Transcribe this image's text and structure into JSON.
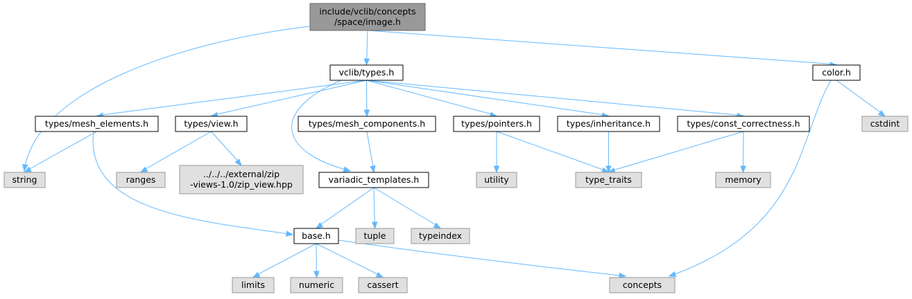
{
  "diagram": {
    "type": "include-dependency-graph",
    "nodes": [
      {
        "id": "root",
        "lines": [
          "include/vclib/concepts",
          "/space/image.h"
        ],
        "kind": "root"
      },
      {
        "id": "types",
        "lines": [
          "vclib/types.h"
        ],
        "kind": "internal"
      },
      {
        "id": "color",
        "lines": [
          "color.h"
        ],
        "kind": "internal"
      },
      {
        "id": "string",
        "lines": [
          "string"
        ],
        "kind": "external"
      },
      {
        "id": "mesh_elements",
        "lines": [
          "types/mesh_elements.h"
        ],
        "kind": "internal"
      },
      {
        "id": "view",
        "lines": [
          "types/view.h"
        ],
        "kind": "internal"
      },
      {
        "id": "mesh_components",
        "lines": [
          "types/mesh_components.h"
        ],
        "kind": "internal"
      },
      {
        "id": "pointers",
        "lines": [
          "types/pointers.h"
        ],
        "kind": "internal"
      },
      {
        "id": "inheritance",
        "lines": [
          "types/inheritance.h"
        ],
        "kind": "internal"
      },
      {
        "id": "const_correctness",
        "lines": [
          "types/const_correctness.h"
        ],
        "kind": "internal"
      },
      {
        "id": "cstdint",
        "lines": [
          "cstdint"
        ],
        "kind": "external"
      },
      {
        "id": "ranges",
        "lines": [
          "ranges"
        ],
        "kind": "external"
      },
      {
        "id": "zip_view",
        "lines": [
          "../../../external/zip",
          "-views-1.0/zip_view.hpp"
        ],
        "kind": "external"
      },
      {
        "id": "variadic",
        "lines": [
          "variadic_templates.h"
        ],
        "kind": "internal"
      },
      {
        "id": "utility",
        "lines": [
          "utility"
        ],
        "kind": "external"
      },
      {
        "id": "type_traits",
        "lines": [
          "type_traits"
        ],
        "kind": "external"
      },
      {
        "id": "memory",
        "lines": [
          "memory"
        ],
        "kind": "external"
      },
      {
        "id": "base",
        "lines": [
          "base.h"
        ],
        "kind": "internal"
      },
      {
        "id": "tuple",
        "lines": [
          "tuple"
        ],
        "kind": "external"
      },
      {
        "id": "typeindex",
        "lines": [
          "typeindex"
        ],
        "kind": "external"
      },
      {
        "id": "limits",
        "lines": [
          "limits"
        ],
        "kind": "external"
      },
      {
        "id": "numeric",
        "lines": [
          "numeric"
        ],
        "kind": "external"
      },
      {
        "id": "cassert",
        "lines": [
          "cassert"
        ],
        "kind": "external"
      },
      {
        "id": "concepts",
        "lines": [
          "concepts"
        ],
        "kind": "external"
      }
    ],
    "edges": [
      [
        "root",
        "string"
      ],
      [
        "root",
        "types"
      ],
      [
        "root",
        "color"
      ],
      [
        "types",
        "mesh_elements"
      ],
      [
        "types",
        "view"
      ],
      [
        "types",
        "variadic"
      ],
      [
        "types",
        "mesh_components"
      ],
      [
        "types",
        "pointers"
      ],
      [
        "types",
        "inheritance"
      ],
      [
        "types",
        "const_correctness"
      ],
      [
        "color",
        "cstdint"
      ],
      [
        "color",
        "concepts"
      ],
      [
        "mesh_elements",
        "string"
      ],
      [
        "mesh_elements",
        "base"
      ],
      [
        "view",
        "ranges"
      ],
      [
        "view",
        "zip_view"
      ],
      [
        "mesh_components",
        "variadic"
      ],
      [
        "pointers",
        "utility"
      ],
      [
        "pointers",
        "type_traits"
      ],
      [
        "inheritance",
        "type_traits"
      ],
      [
        "const_correctness",
        "type_traits"
      ],
      [
        "const_correctness",
        "memory"
      ],
      [
        "variadic",
        "base"
      ],
      [
        "variadic",
        "tuple"
      ],
      [
        "variadic",
        "typeindex"
      ],
      [
        "base",
        "limits"
      ],
      [
        "base",
        "numeric"
      ],
      [
        "base",
        "cassert"
      ],
      [
        "base",
        "concepts"
      ]
    ],
    "colors": {
      "edge": "#63b8ff",
      "root_fill": "#999999",
      "internal_fill": "#ffffff",
      "external_fill": "#e0e0e0"
    }
  }
}
